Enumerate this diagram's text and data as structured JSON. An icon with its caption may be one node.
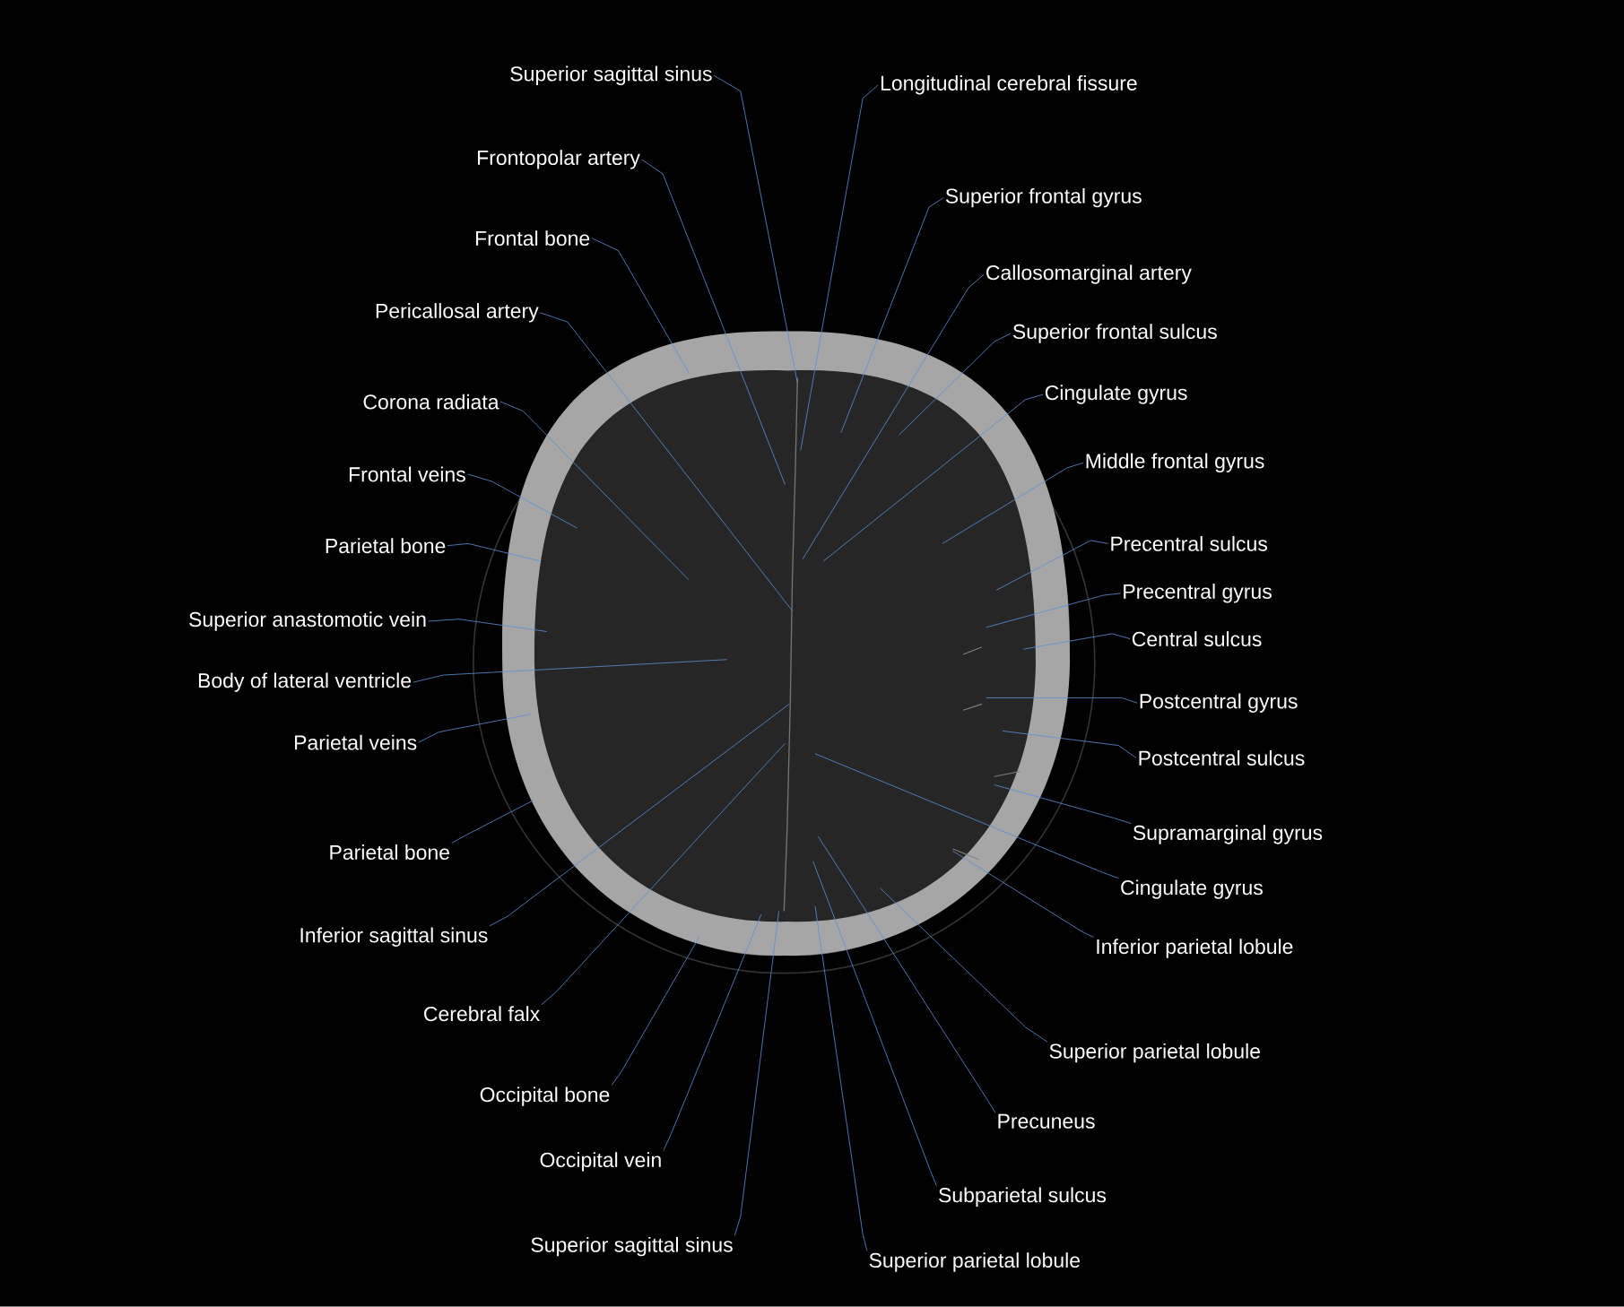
{
  "diagram": {
    "nodes": [
      {
        "text": [
          "Superior sagittal sinus"
        ]
      },
      {
        "text": [
          "Longitudinal cerebral fissure"
        ]
      },
      {
        "text": [
          "Frontopolar artery"
        ]
      },
      {
        "text": [
          "Superior frontal gyrus"
        ]
      },
      {
        "text": [
          "Frontal bone"
        ]
      },
      {
        "text": [
          "Callosomarginal artery"
        ]
      },
      {
        "text": [
          "Superior frontal sulcus"
        ]
      },
      {
        "text": [
          "Pericallosal artery"
        ]
      },
      {
        "text": [
          "Cingulate gyrus"
        ]
      },
      {
        "text": [
          "Corona radiata"
        ]
      },
      {
        "text": [
          "Middle frontal gyrus"
        ]
      },
      {
        "text": [
          "Frontal veins"
        ]
      },
      {
        "text": [
          "Parietal bone"
        ]
      },
      {
        "text": [
          "Precentral sulcus"
        ]
      },
      {
        "text": [
          "Precentral gyrus"
        ]
      },
      {
        "text": [
          "Superior anastomotic vein"
        ]
      },
      {
        "text": [
          "Central sulcus"
        ]
      },
      {
        "text": [
          "Body of lateral ventricle"
        ]
      },
      {
        "text": [
          "Postcentral gyrus"
        ]
      },
      {
        "text": [
          "Parietal veins"
        ]
      },
      {
        "text": [
          "Postcentral sulcus"
        ]
      },
      {
        "text": [
          "Supramarginal gyrus"
        ]
      },
      {
        "text": [
          "Parietal bone"
        ]
      },
      {
        "text": [
          "Cingulate gyrus"
        ]
      },
      {
        "text": [
          "Inferior sagittal sinus"
        ]
      },
      {
        "text": [
          "Inferior parietal lobule"
        ]
      },
      {
        "text": [
          "Cerebral falx"
        ]
      },
      {
        "text": [
          "Superior parietal lobule"
        ]
      },
      {
        "text": [
          "Occipital bone"
        ]
      },
      {
        "text": [
          "Precuneus"
        ]
      },
      {
        "text": [
          "Occipital vein"
        ]
      },
      {
        "text": [
          "Subparietal sulcus"
        ]
      },
      {
        "text": [
          "Superior sagittal sinus"
        ]
      },
      {
        "text": [
          "Superior parietal lobule"
        ]
      }
    ],
    "edges": [
      {
        "from": 0,
        "to": null,
        "arrow": "none"
      },
      {
        "from": 1,
        "to": null,
        "arrow": "none"
      },
      {
        "from": 2,
        "to": null,
        "arrow": "none"
      },
      {
        "from": 3,
        "to": null,
        "arrow": "none"
      },
      {
        "from": 4,
        "to": null,
        "arrow": "none"
      },
      {
        "from": 5,
        "to": null,
        "arrow": "none"
      },
      {
        "from": 6,
        "to": null,
        "arrow": "none"
      },
      {
        "from": 7,
        "to": null,
        "arrow": "none"
      },
      {
        "from": 8,
        "to": null,
        "arrow": "none"
      },
      {
        "from": 9,
        "to": null,
        "arrow": "none"
      },
      {
        "from": 10,
        "to": null,
        "arrow": "none"
      },
      {
        "from": 11,
        "to": null,
        "arrow": "none"
      },
      {
        "from": 12,
        "to": null,
        "arrow": "none"
      },
      {
        "from": 13,
        "to": null,
        "arrow": "none"
      },
      {
        "from": 14,
        "to": null,
        "arrow": "none"
      },
      {
        "from": 15,
        "to": null,
        "arrow": "none"
      },
      {
        "from": 16,
        "to": null,
        "arrow": "none"
      },
      {
        "from": 17,
        "to": null,
        "arrow": "none"
      },
      {
        "from": 18,
        "to": null,
        "arrow": "none"
      },
      {
        "from": 19,
        "to": null,
        "arrow": "none"
      },
      {
        "from": 20,
        "to": null,
        "arrow": "none"
      },
      {
        "from": 21,
        "to": null,
        "arrow": "none"
      },
      {
        "from": 22,
        "to": null,
        "arrow": "none"
      },
      {
        "from": 23,
        "to": null,
        "arrow": "none"
      },
      {
        "from": 24,
        "to": null,
        "arrow": "none"
      },
      {
        "from": 25,
        "to": null,
        "arrow": "none"
      },
      {
        "from": 26,
        "to": null,
        "arrow": "none"
      },
      {
        "from": 27,
        "to": null,
        "arrow": "none"
      },
      {
        "from": 28,
        "to": null,
        "arrow": "none"
      },
      {
        "from": 29,
        "to": null,
        "arrow": "none"
      },
      {
        "from": 30,
        "to": null,
        "arrow": "none"
      },
      {
        "from": 31,
        "to": null,
        "arrow": "none"
      },
      {
        "from": 32,
        "to": null,
        "arrow": "none"
      },
      {
        "from": 33,
        "to": null,
        "arrow": "none"
      }
    ]
  }
}
